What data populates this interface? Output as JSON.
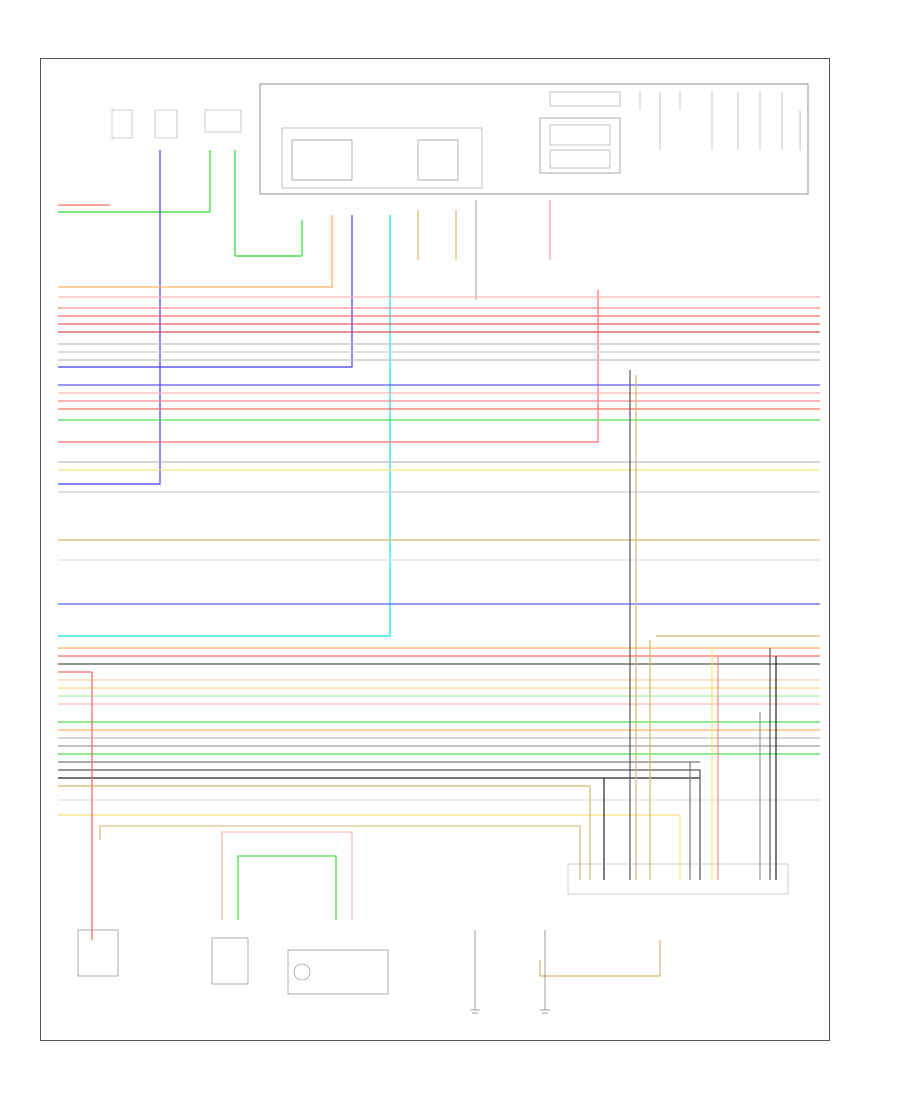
{
  "diagram": {
    "page_label": "",
    "wire_colors": {
      "red": "#ff6b6b",
      "pink": "#ffb3b3",
      "green": "#4cdf4c",
      "light_green": "#a6f0a6",
      "blue": "#5a5aff",
      "cyan": "#33e6e6",
      "orange": "#ffb066",
      "yellow": "#f2e27a",
      "tan": "#d9b36b",
      "gray": "#9a9a9a",
      "dark_gray": "#555555",
      "black": "#222222"
    },
    "sections": [
      "top-components",
      "harness-bus",
      "bottom-components"
    ]
  }
}
